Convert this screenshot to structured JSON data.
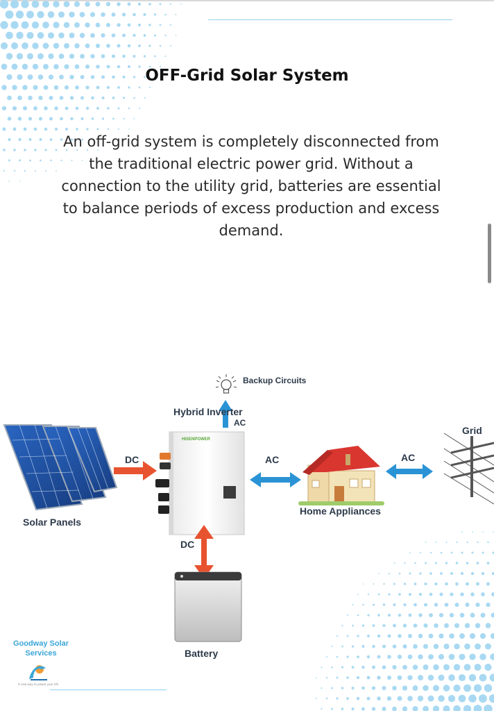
{
  "page": {
    "title": "OFF-Grid Solar System",
    "description": "An off-grid system is completely disconnected from the traditional electric power grid. Without a connection to the utility grid, batteries are essential to balance periods of excess production and excess demand."
  },
  "diagram": {
    "labels": {
      "backup_circuits": "Backup Circuits",
      "hybrid_inverter": "Hybrid Inverter",
      "grid": "Grid",
      "solar_panels": "Solar Panels",
      "home_appliances": "Home Appliances",
      "battery": "Battery",
      "dc_panels": "DC",
      "dc_battery": "DC",
      "ac_up": "AC",
      "ac_left": "AC",
      "ac_right": "AC",
      "inverter_brand": "HISENPOWER"
    },
    "colors": {
      "dc_arrow": "#e8532f",
      "ac_arrow": "#2a93d5",
      "roof": "#d9362f",
      "panel": "#1f4fa0"
    }
  },
  "brand": {
    "name": "Goodway Solar Services",
    "tagline": "A new way to power your life",
    "color": "#3aa6d8"
  },
  "icons": [
    "lightbulb-icon",
    "goodway-logo-icon"
  ]
}
